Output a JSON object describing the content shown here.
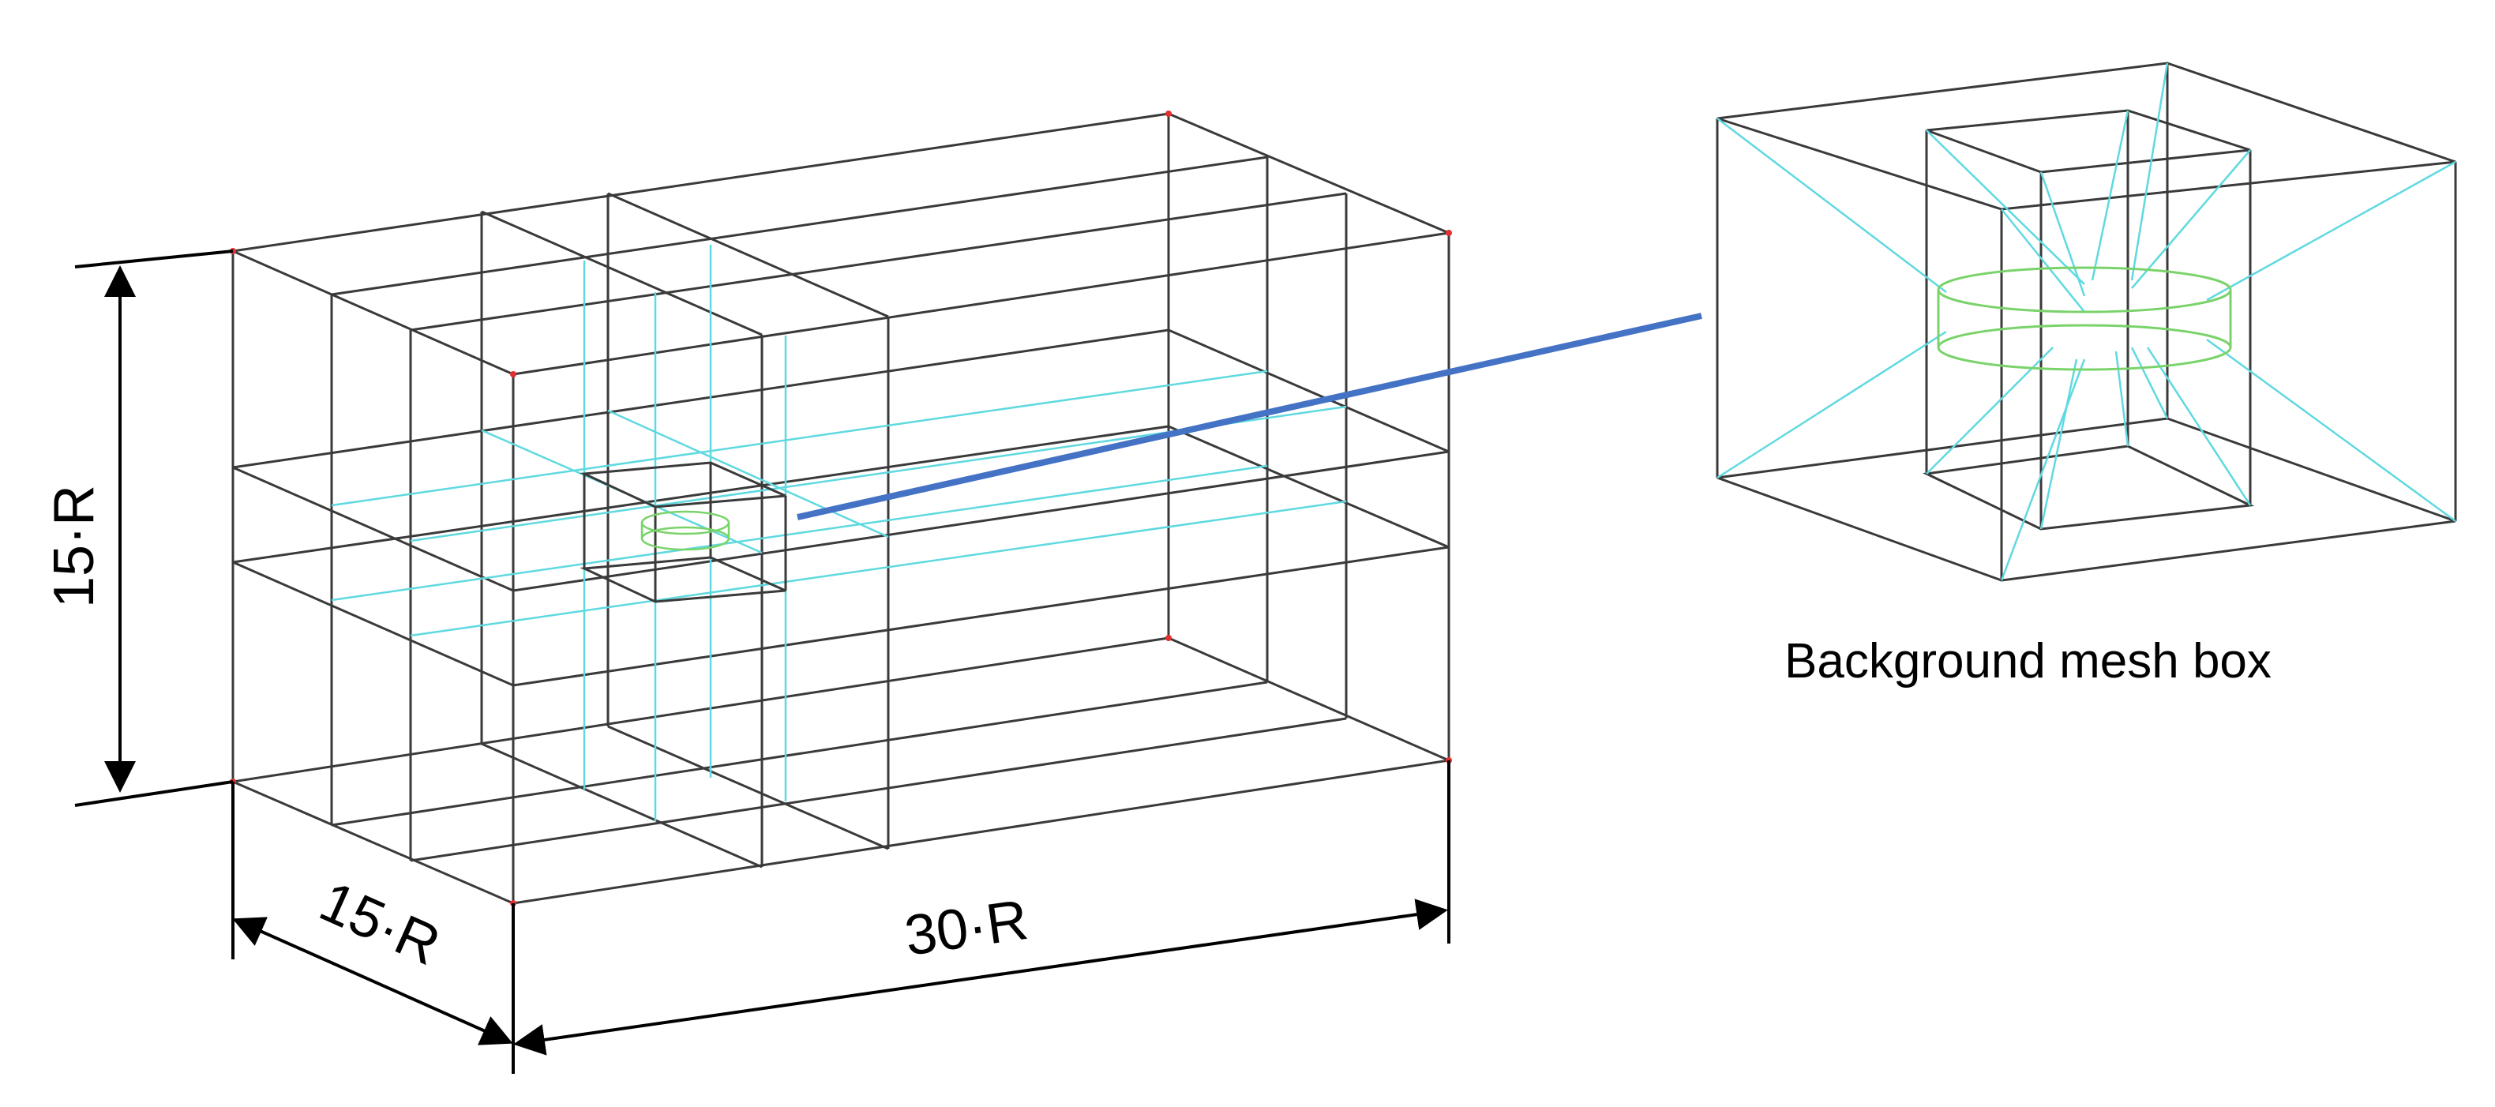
{
  "labels": {
    "height_dim": "15·R",
    "depth_dim": "15·R",
    "length_dim": "30·R",
    "zoom_caption": "Background mesh box"
  },
  "colors": {
    "frame_line": "#3a3a3a",
    "inner_line": "#5fd9e0",
    "cylinder": "#7ad36a",
    "pointer": "#4472c4",
    "dimension": "#000000",
    "node_marker": "#e03030"
  }
}
